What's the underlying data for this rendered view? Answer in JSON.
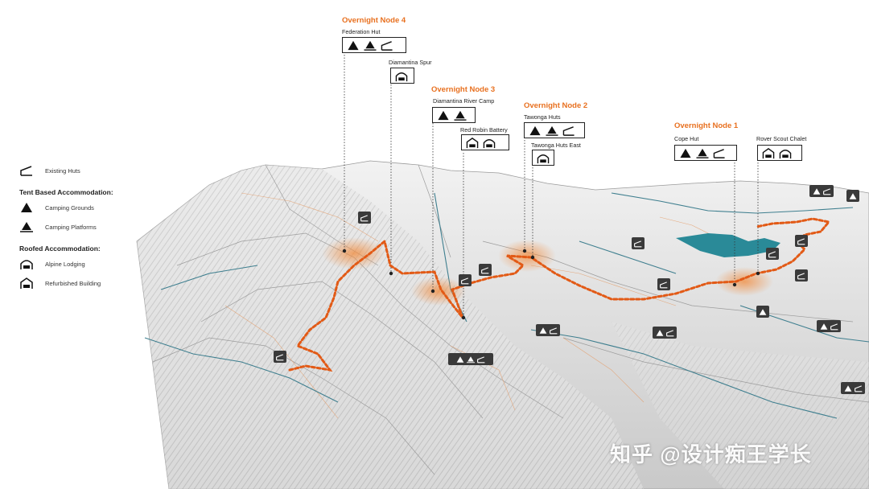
{
  "legend": {
    "existing_huts": "Existing Huts",
    "tent_heading": "Tent Based Accommodation:",
    "camping_grounds": "Camping Grounds",
    "camping_platforms": "Camping Platforms",
    "roofed_heading": "Roofed Accommodation:",
    "alpine_lodging": "Alpine Lodging",
    "refurbished_building": "Refurbished Building"
  },
  "nodes": {
    "n4": {
      "title": "Overnight Node 4",
      "site": "Federation Hut",
      "sub_site": "Diamantina Spur"
    },
    "n3": {
      "title": "Overnight Node 3",
      "site": "Diamantina River Camp",
      "sub_site": "Red Robin Battery"
    },
    "n2": {
      "title": "Overnight Node 2",
      "site": "Tawonga Huts",
      "sub_site": "Tawonga Huts East"
    },
    "n1": {
      "title": "Overnight Node 1",
      "site": "Cope Hut",
      "sub_site": "Rover Scout Chalet"
    }
  },
  "watermark": "知乎 @设计痴王学长",
  "icons": [
    "existing-hut-icon",
    "camping-ground-icon",
    "camping-platform-icon",
    "alpine-lodging-icon",
    "refurbished-building-icon"
  ],
  "colors": {
    "route": "#e25a16",
    "node_title": "#e8701f",
    "river": "#3f7f8f",
    "lake": "#2a8a98",
    "terrain": "#d8d8d8",
    "marker": "#3a3a3a"
  }
}
